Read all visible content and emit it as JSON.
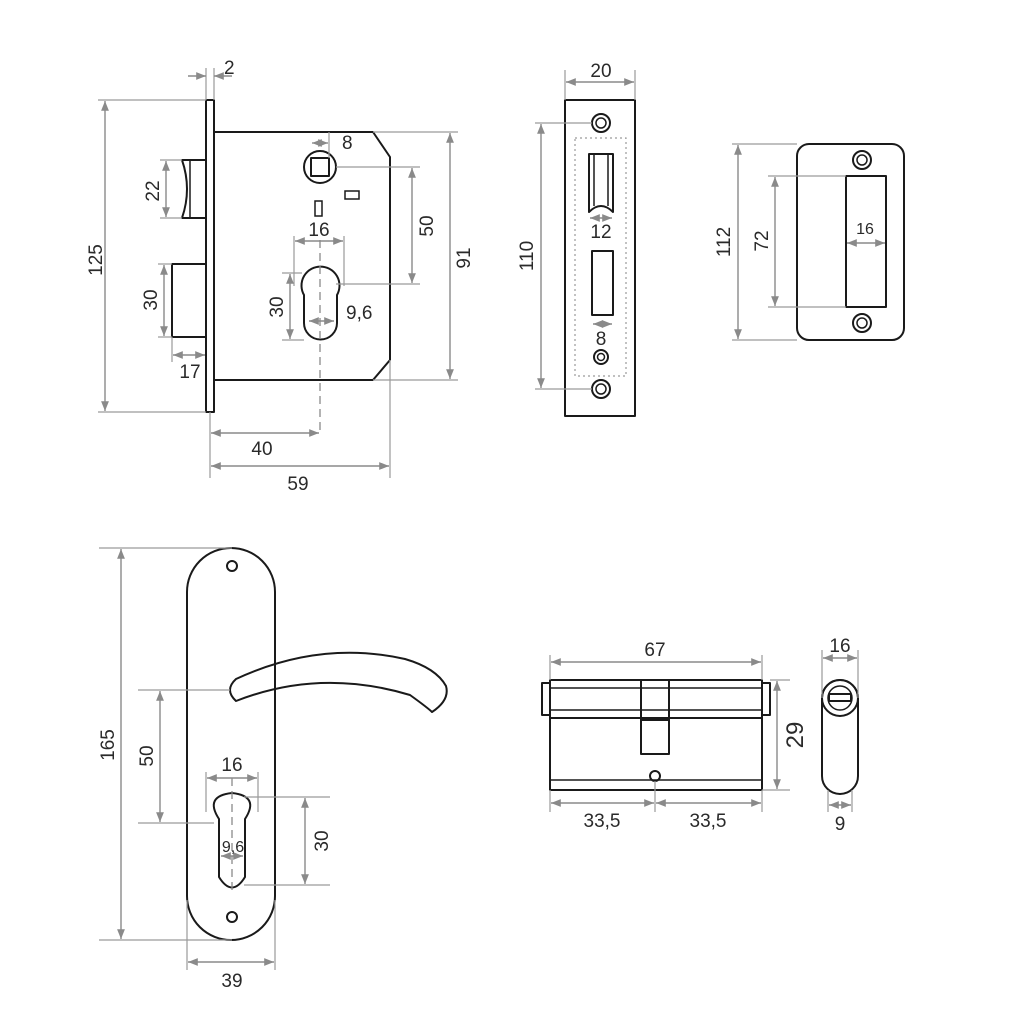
{
  "mortise": {
    "faceplate_thickness": "2",
    "faceplate_height": "125",
    "latch_height": "22",
    "bolt_height": "30",
    "bolt_throw": "17",
    "spindle_square": "8",
    "spindle_to_cylinder": "50",
    "case_height": "91",
    "cylinder_width": "16",
    "cylinder_height": "30",
    "cylinder_neck": "9,6",
    "backset": "40",
    "case_depth": "59"
  },
  "faceplate": {
    "width": "20",
    "height": "110",
    "latch_slot": "12",
    "bolt_slot": "8"
  },
  "strike": {
    "height": "112",
    "opening_height": "72",
    "opening_width": "16"
  },
  "handle": {
    "height": "165",
    "spindle_to_cylinder": "50",
    "cylinder_width": "16",
    "cylinder_height": "30",
    "cylinder_neck": "9,6",
    "width": "39"
  },
  "cylinder": {
    "length": "67",
    "height": "29",
    "half_left": "33,5",
    "half_right": "33,5"
  },
  "cylinder_end": {
    "width": "16",
    "cam_width": "9"
  }
}
